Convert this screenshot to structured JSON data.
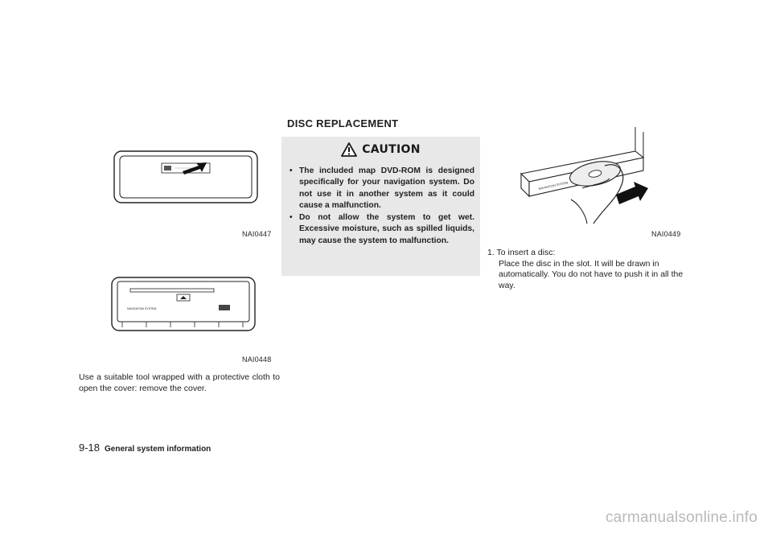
{
  "figures": {
    "fig1": {
      "code": "NAI0447"
    },
    "fig2": {
      "code": "NAI0448",
      "panel_text": "NAVIGATION SYSTEM"
    },
    "fig3": {
      "code": "NAI0449",
      "panel_text": "NAVIGATION SYSTEM"
    }
  },
  "left_column": {
    "paragraph": "Use a suitable tool wrapped with a protective cloth to open the cover: remove the cover."
  },
  "middle_column": {
    "section_title": "DISC REPLACEMENT",
    "caution": {
      "icon": "warning-triangle-icon",
      "title": "CAUTION",
      "items": [
        {
          "bullet": "•",
          "text": "The included map DVD-ROM is designed specifically for your navigation system. Do not use it in another system as it could cause a malfunction."
        },
        {
          "bullet": "•",
          "text": "Do not allow the system to get wet. Excessive moisture, such as spilled liquids, may cause the system to malfunction."
        }
      ]
    }
  },
  "right_column": {
    "steps": [
      {
        "head": "1.  To insert a disc:",
        "body": "Place the disc in the slot. It will be drawn in automatically. You do not have to push it in all the way."
      }
    ]
  },
  "footer": {
    "page_number": "9-18",
    "section": "General system information"
  },
  "watermark": "carmanualsonline.info"
}
